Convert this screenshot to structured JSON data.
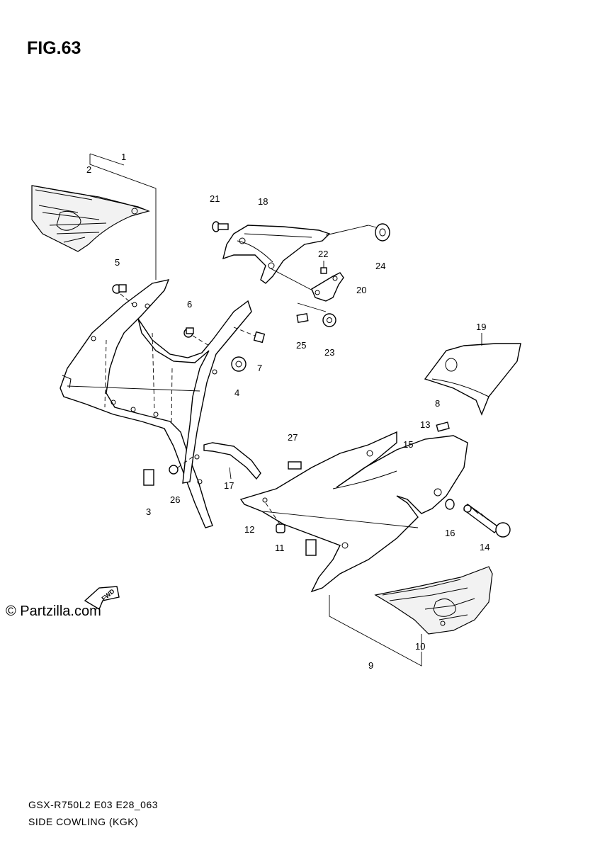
{
  "header": {
    "title": "FIG.63"
  },
  "callouts": {
    "c1": "1",
    "c2": "2",
    "c3": "3",
    "c4": "4",
    "c5": "5",
    "c6": "6",
    "c7": "7",
    "c8": "8",
    "c9": "9",
    "c10": "10",
    "c11": "11",
    "c12": "12",
    "c13": "13",
    "c14": "14",
    "c15": "15",
    "c16": "16",
    "c17": "17",
    "c18": "18",
    "c19": "19",
    "c20": "20",
    "c21": "21",
    "c22": "22",
    "c23": "23",
    "c24": "24",
    "c25": "25",
    "c26": "26",
    "c27": "27"
  },
  "arrow": {
    "label": "FWD"
  },
  "watermark": {
    "text": "© Partzilla.com"
  },
  "footer": {
    "code": "GSX-R750L2 E03 E28_063",
    "name": "SIDE COWLING (KGK)"
  }
}
